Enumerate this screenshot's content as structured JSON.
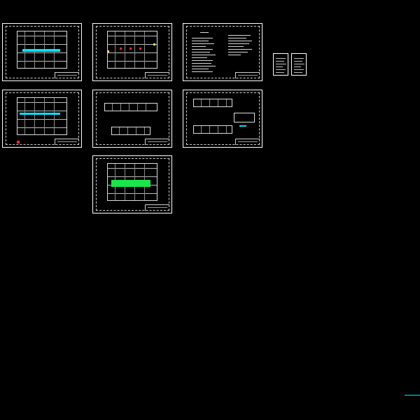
{
  "drawing": {
    "background": "#000000",
    "accent_colors": {
      "cyan": "#00e5ff",
      "green": "#19e64a",
      "red": "#ff2a2a",
      "yellow": "#ffe14a",
      "white": "#ffffff"
    },
    "sheets": [
      {
        "name": "sheet-1",
        "kind": "floor-plan",
        "accent": "cyan"
      },
      {
        "name": "sheet-2",
        "kind": "floor-plan",
        "accent": "red"
      },
      {
        "name": "sheet-3",
        "kind": "notes"
      },
      {
        "name": "sheet-4",
        "kind": "floor-plan",
        "accent": "cyan"
      },
      {
        "name": "sheet-5",
        "kind": "elevation"
      },
      {
        "name": "sheet-6",
        "kind": "elevation",
        "accent": "cyan"
      },
      {
        "name": "sheet-7",
        "kind": "floor-plan",
        "accent": "green"
      }
    ],
    "cards": [
      {
        "name": "card-1"
      },
      {
        "name": "card-2"
      }
    ]
  }
}
